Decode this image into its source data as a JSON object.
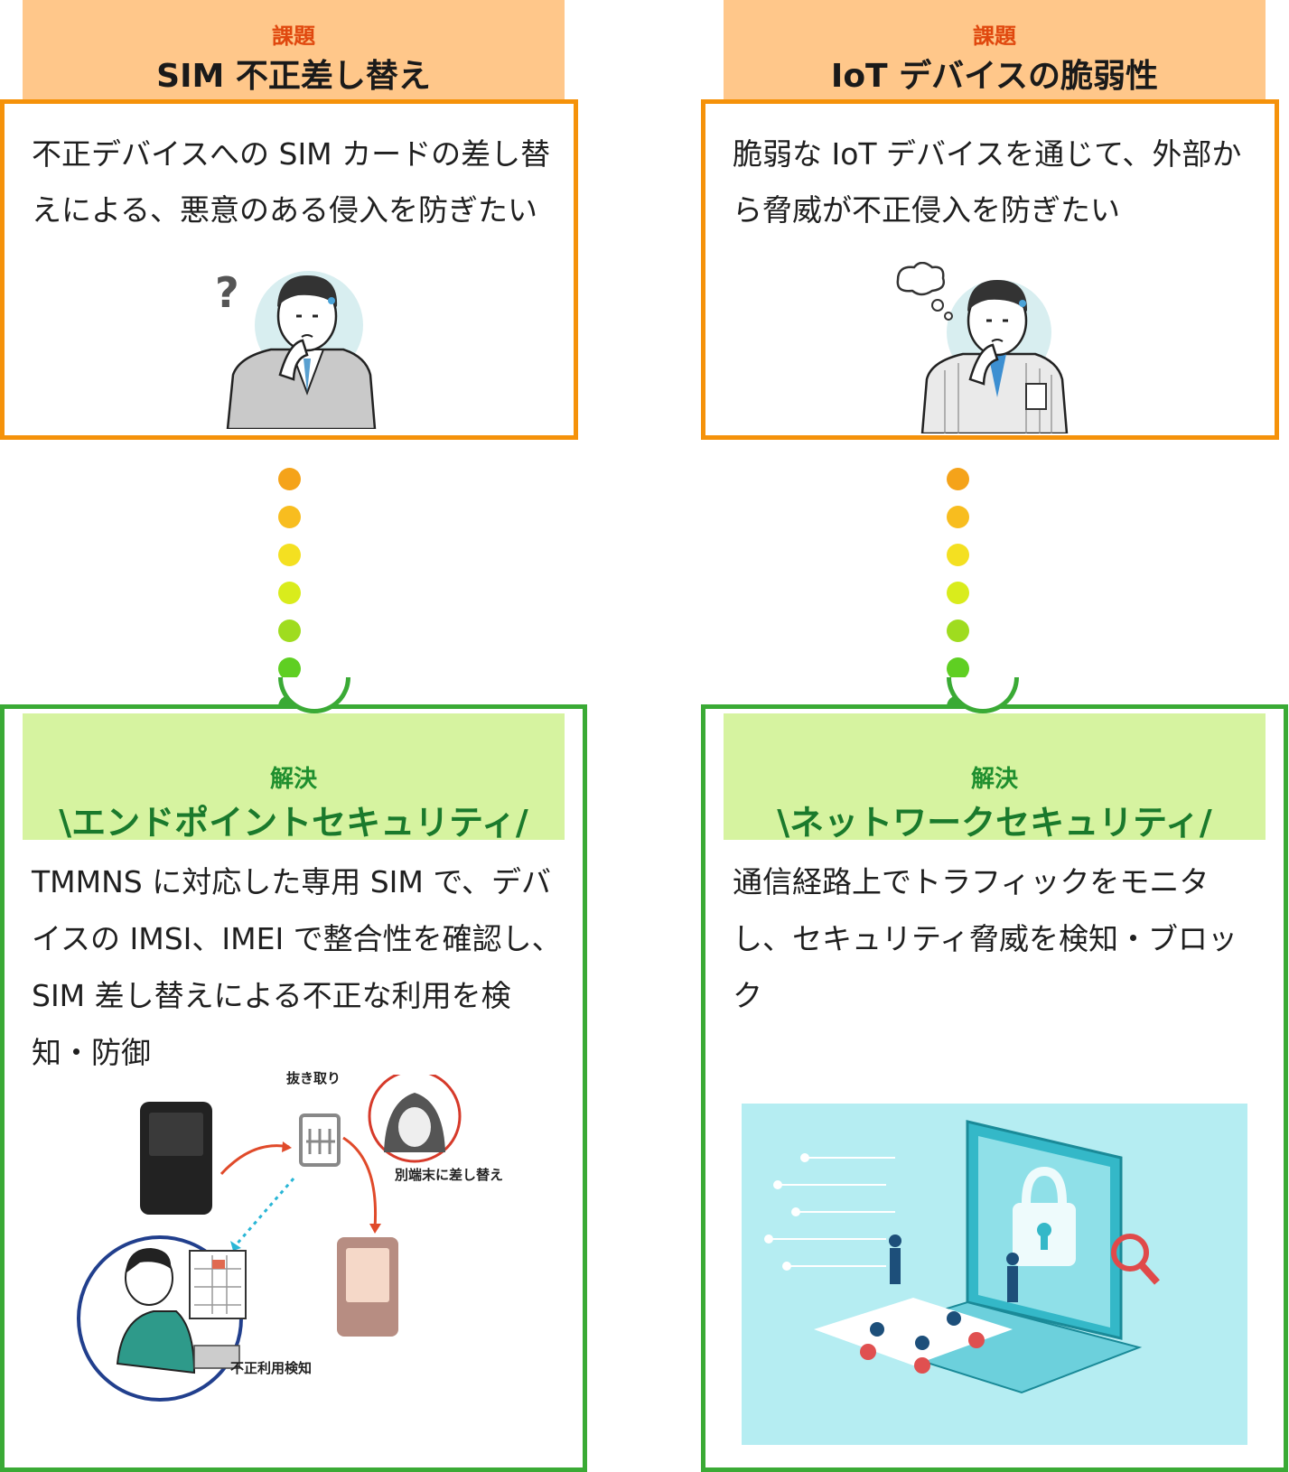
{
  "left": {
    "issue_tag": "課題",
    "issue_title": "SIM 不正差し替え",
    "issue_text": "不正デバイスへの SIM カードの差し替えによる、悪意のある侵入を防ぎたい",
    "solution_tag": "解決",
    "solution_title": "\\エンドポイントセキュリティ/",
    "solution_text": "TMMNS に対応した専用 SIM で、デバイスの IMSI、IMEI で整合性を確認し、SIM 差し替えによる不正な利用を検知・防御",
    "labels": {
      "pull_out": "抜き取り",
      "swap": "別端末に差し替え",
      "detect": "不正利用検知"
    }
  },
  "right": {
    "issue_tag": "課題",
    "issue_title": "IoT デバイスの脆弱性",
    "issue_text": "脆弱な IoT デバイスを通じて、外部から脅威が不正侵入を防ぎたい",
    "solution_tag": "解決",
    "solution_title": "\\ネットワークセキュリティ/",
    "solution_text": "通信経路上でトラフィックをモニタし、セキュリティ脅威を検知・ブロック"
  },
  "colors": {
    "issue_header": "#ffc78a",
    "issue_border": "#f5920a",
    "solution_header": "#d6f3a0",
    "solution_border": "#3aaa35",
    "dots": [
      "#f5a31a",
      "#f8bd1f",
      "#f4e021",
      "#d9ec1c",
      "#9fdc1f",
      "#5fcf22",
      "#3aaa35"
    ]
  }
}
